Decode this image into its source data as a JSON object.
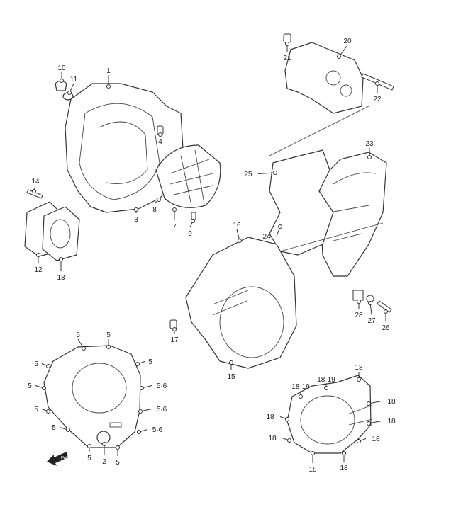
{
  "diagram": {
    "title": "Crankcase cover exploded parts diagram",
    "fwd_label": "FWD",
    "callouts": [
      "10",
      "11",
      "1",
      "4",
      "14",
      "8",
      "3",
      "7",
      "9",
      "12",
      "13",
      "21",
      "20",
      "22",
      "23",
      "25",
      "24",
      "16",
      "28",
      "27",
      "26",
      "17",
      "15",
      "5",
      "5",
      "5",
      "5",
      "5",
      "5·6",
      "5",
      "5·6",
      "5",
      "5·6",
      "5",
      "2",
      "5",
      "18",
      "18·19",
      "18·19",
      "18",
      "18",
      "18",
      "18",
      "18",
      "18",
      "18"
    ]
  }
}
